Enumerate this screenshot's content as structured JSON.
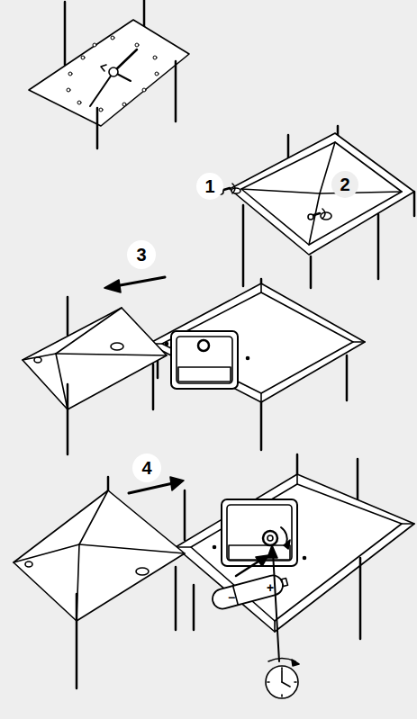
{
  "diagram": {
    "labels": [
      "1",
      "2",
      "3",
      "4",
      "−",
      "+"
    ]
  }
}
